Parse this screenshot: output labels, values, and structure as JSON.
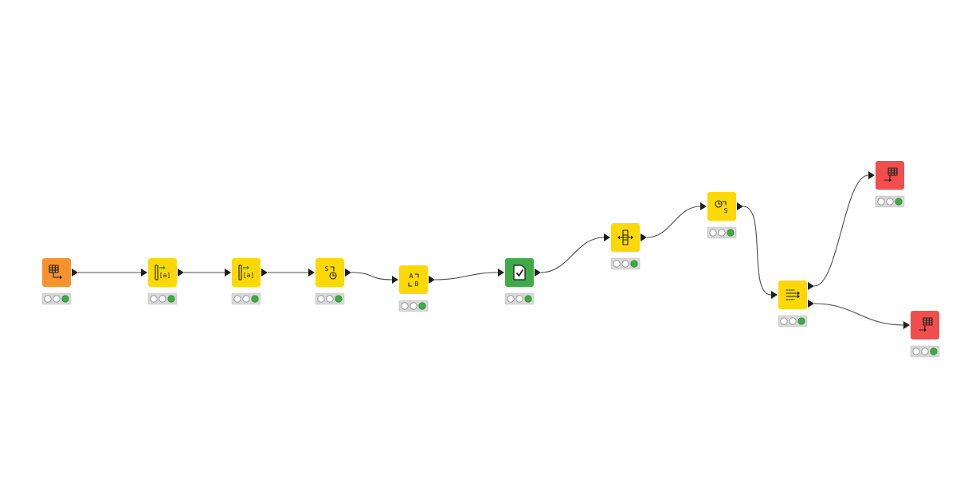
{
  "colors": {
    "source": "#f7922f",
    "manipulator": "#fdd807",
    "learner": "#3eab46",
    "sink": "#f24e4e",
    "status_executed": "#3eab46",
    "status_idle": "#ffffff"
  },
  "nodes": [
    {
      "id": "n1",
      "kind": "source",
      "icon": "table-reader-icon",
      "status": "executed"
    },
    {
      "id": "n2",
      "kind": "manipulator",
      "icon": "column-expression-icon",
      "status": "executed"
    },
    {
      "id": "n3",
      "kind": "manipulator",
      "icon": "column-expression-icon",
      "status": "executed"
    },
    {
      "id": "n4",
      "kind": "manipulator",
      "icon": "string-to-datetime-icon",
      "status": "executed"
    },
    {
      "id": "n5",
      "kind": "manipulator",
      "icon": "string-replacer-icon",
      "status": "executed"
    },
    {
      "id": "n6",
      "kind": "learner",
      "icon": "rule-validator-icon",
      "status": "executed"
    },
    {
      "id": "n7",
      "kind": "manipulator",
      "icon": "column-resorter-icon",
      "status": "executed"
    },
    {
      "id": "n8",
      "kind": "manipulator",
      "icon": "datetime-to-string-icon",
      "status": "executed"
    },
    {
      "id": "n9",
      "kind": "manipulator",
      "icon": "row-splitter-icon",
      "status": "executed"
    },
    {
      "id": "n10",
      "kind": "sink",
      "icon": "table-writer-icon",
      "status": "executed"
    },
    {
      "id": "n11",
      "kind": "sink",
      "icon": "table-writer-icon",
      "status": "executed"
    }
  ],
  "connections": [
    {
      "from": "n1",
      "to": "n2"
    },
    {
      "from": "n2",
      "to": "n3"
    },
    {
      "from": "n3",
      "to": "n4"
    },
    {
      "from": "n4",
      "to": "n5"
    },
    {
      "from": "n5",
      "to": "n6"
    },
    {
      "from": "n6",
      "to": "n7"
    },
    {
      "from": "n7",
      "to": "n8"
    },
    {
      "from": "n8",
      "to": "n9"
    },
    {
      "from": "n9",
      "to": "n10",
      "port": "top"
    },
    {
      "from": "n9",
      "to": "n11",
      "port": "bottom"
    }
  ],
  "icon_text": {
    "n2": "[a]",
    "n3": "[a]",
    "n4": "S",
    "n5a": "A",
    "n5b": "B",
    "n8": "S"
  }
}
